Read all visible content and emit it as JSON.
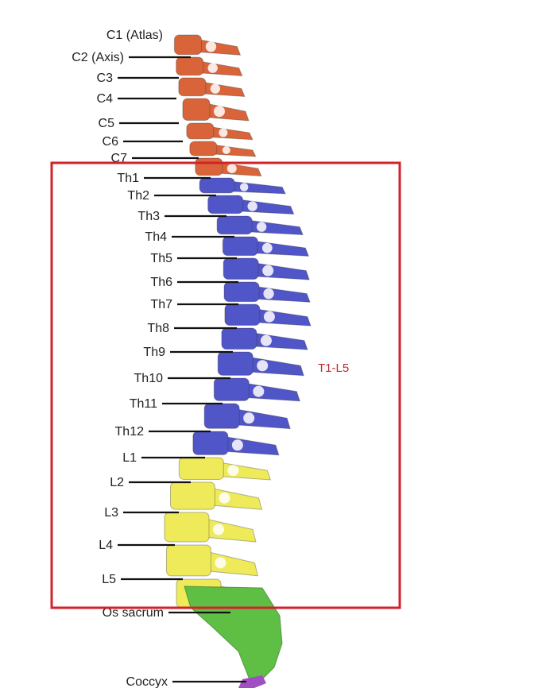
{
  "diagram": {
    "labels": [
      "C1 (Atlas)",
      "C2 (Axis)",
      "C3",
      "C4",
      "C5",
      "C6",
      "C7",
      "Th1",
      "Th2",
      "Th3",
      "Th4",
      "Th5",
      "Th6",
      "Th7",
      "Th8",
      "Th9",
      "Th10",
      "Th11",
      "Th12",
      "L1",
      "L2",
      "L3",
      "L4",
      "L5",
      "Os sacrum",
      "Coccyx"
    ],
    "highlight_label": "T1-L5",
    "colors": {
      "cervical": "#d9643a",
      "thoracic": "#5055c8",
      "lumbar": "#eeea5a",
      "sacrum": "#5fbf45",
      "coccyx": "#a04fc0",
      "highlight_box": "#d0232a"
    }
  }
}
